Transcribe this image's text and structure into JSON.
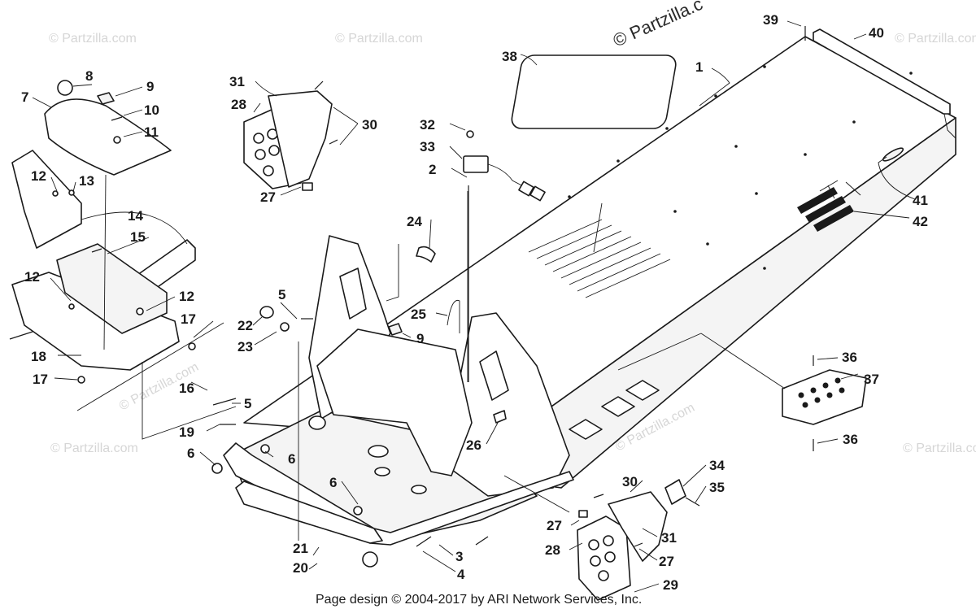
{
  "watermark": {
    "text": "© Partzilla.com",
    "header_text": "© Partzilla.c"
  },
  "footer": {
    "text": "Page design © 2004-2017 by ARI Network Services, Inc."
  },
  "colors": {
    "ink": "#1a1a1a",
    "watermark": "#d6d6d6",
    "background": "#ffffff"
  },
  "callouts": [
    "1",
    "2",
    "3",
    "4",
    "5",
    "5",
    "6",
    "6",
    "6",
    "7",
    "8",
    "9",
    "9",
    "10",
    "11",
    "12",
    "12",
    "12",
    "13",
    "14",
    "15",
    "16",
    "17",
    "17",
    "18",
    "19",
    "20",
    "21",
    "22",
    "23",
    "24",
    "25",
    "26",
    "27",
    "27",
    "27",
    "28",
    "28",
    "29",
    "30",
    "30",
    "31",
    "31",
    "32",
    "33",
    "34",
    "35",
    "36",
    "36",
    "37",
    "38",
    "39",
    "40",
    "41",
    "42"
  ]
}
